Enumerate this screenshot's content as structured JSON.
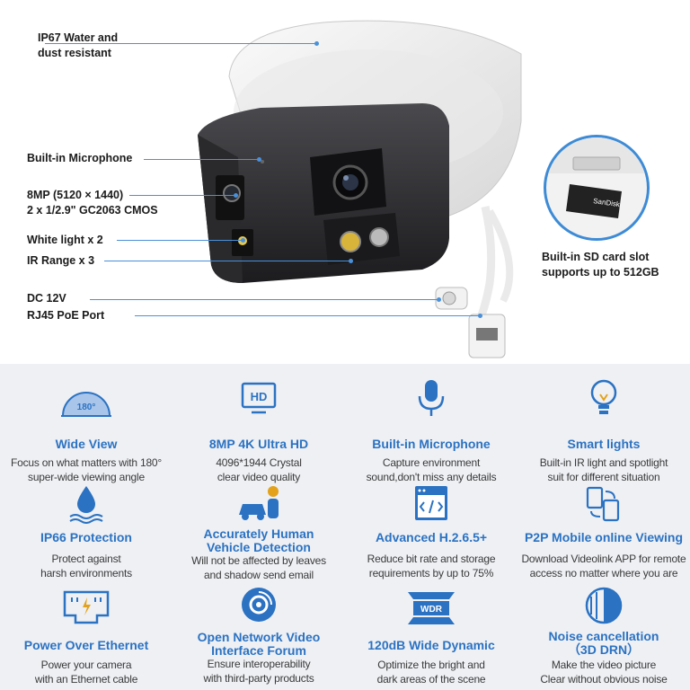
{
  "callouts": {
    "ip67_1": "IP67 Water and",
    "ip67_2": "dust resistant",
    "mic": "Built-in Microphone",
    "res_1": "8MP (5120 × 1440)",
    "res_2": "2 x 1/2.9\" GC2063 CMOS",
    "white": "White light x 2",
    "ir": "IR Range x 3",
    "dc": "DC 12V",
    "rj45": "RJ45 PoE Port",
    "sd_1": "Built-in SD card slot",
    "sd_2": "supports up to 512GB",
    "sd_card_brand": "SanDisk"
  },
  "colors": {
    "accent": "#2b72c2",
    "line": "#4a90d9",
    "grid_bg": "#eef0f4"
  },
  "features": [
    {
      "icon": "wide-view-icon",
      "badge": "180°",
      "title_1": "Wide View",
      "title_2": "",
      "desc_1": "Focus on what matters with 180°",
      "desc_2": "super-wide viewing angle"
    },
    {
      "icon": "hd-icon",
      "badge": "HD",
      "title_1": "8MP 4K Ultra HD",
      "title_2": "",
      "desc_1": "4096*1944 Crystal",
      "desc_2": "clear video quality"
    },
    {
      "icon": "microphone-icon",
      "title_1": "Built-in Microphone",
      "title_2": "",
      "desc_1": "Capture environment",
      "desc_2": "sound,don't miss any details"
    },
    {
      "icon": "light-bulb-icon",
      "title_1": "Smart lights",
      "title_2": "",
      "desc_1": "Built-in IR light and spotlight",
      "desc_2": "suit for different situation"
    },
    {
      "icon": "water-drop-icon",
      "title_1": "IP66 Protection",
      "title_2": "",
      "desc_1": "Protect against",
      "desc_2": "harsh environments"
    },
    {
      "icon": "human-vehicle-icon",
      "title_1": "Accurately Human",
      "title_2": "Vehicle Detection",
      "desc_1": "Will not be affected by leaves",
      "desc_2": "and shadow send email"
    },
    {
      "icon": "code-window-icon",
      "title_1": "Advanced H.2.6.5+",
      "title_2": "",
      "desc_1": "Reduce bit rate and storage",
      "desc_2": "requirements by up to 75%"
    },
    {
      "icon": "mobile-devices-icon",
      "title_1": "P2P Mobile online Viewing",
      "title_2": "",
      "desc_1": "Download Videolink APP for remote",
      "desc_2": "access no matter where you are"
    },
    {
      "icon": "ethernet-port-icon",
      "title_1": "Power Over Ethernet",
      "title_2": "",
      "desc_1": "Power your camera",
      "desc_2": "with an Ethernet cable"
    },
    {
      "icon": "onvif-icon",
      "title_1": "Open Network Video",
      "title_2": "Interface Forum",
      "desc_1": "Ensure interoperability",
      "desc_2": "with third-party products"
    },
    {
      "icon": "wdr-icon",
      "badge": "WDR",
      "title_1": "120dB Wide Dynamic",
      "title_2": "",
      "desc_1": "Optimize the bright and",
      "desc_2": "dark areas of the scene"
    },
    {
      "icon": "noise-cancel-icon",
      "title_1": "Noise cancellation",
      "title_2": "（3D DRN）",
      "desc_1": "Make the video picture",
      "desc_2": "Clear without obvious noise"
    }
  ]
}
